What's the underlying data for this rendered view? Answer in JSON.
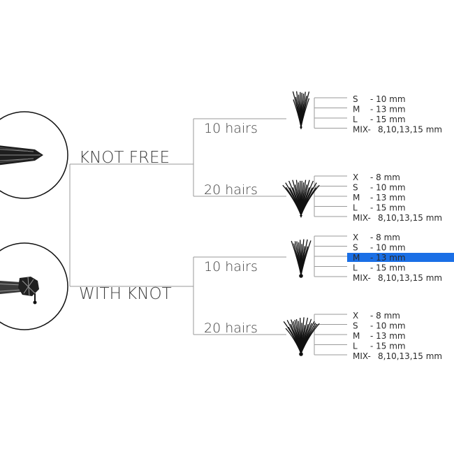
{
  "groups": [
    {
      "label": "KNOT FREE",
      "icon": "knot-free-lash-closeup",
      "branches": [
        {
          "label": "10 hairs",
          "sizes": [
            {
              "code": "S",
              "value": "- 10 mm"
            },
            {
              "code": "M",
              "value": "- 13 mm"
            },
            {
              "code": "L",
              "value": "- 15 mm"
            },
            {
              "code": "MIX-",
              "value": "8,10,13,15 mm"
            }
          ]
        },
        {
          "label": "20 hairs",
          "sizes": [
            {
              "code": "X",
              "value": "- 8 mm"
            },
            {
              "code": "S",
              "value": "- 10 mm"
            },
            {
              "code": "M",
              "value": "- 13 mm"
            },
            {
              "code": "L",
              "value": "- 15 mm"
            },
            {
              "code": "MIX-",
              "value": "8,10,13,15 mm"
            }
          ]
        }
      ]
    },
    {
      "label": "WITH KNOT",
      "icon": "with-knot-lash-closeup",
      "branches": [
        {
          "label": "10 hairs",
          "sizes": [
            {
              "code": "X",
              "value": "- 8 mm"
            },
            {
              "code": "S",
              "value": "- 10 mm"
            },
            {
              "code": "M",
              "value": "- 13 mm",
              "highlighted": true
            },
            {
              "code": "L",
              "value": "- 15 mm"
            },
            {
              "code": "MIX-",
              "value": "8,10,13,15 mm"
            }
          ]
        },
        {
          "label": "20 hairs",
          "sizes": [
            {
              "code": "X",
              "value": "- 8 mm"
            },
            {
              "code": "S",
              "value": "- 10 mm"
            },
            {
              "code": "M",
              "value": "- 13 mm"
            },
            {
              "code": "L",
              "value": "- 15 mm"
            },
            {
              "code": "MIX-",
              "value": "8,10,13,15 mm"
            }
          ]
        }
      ]
    }
  ],
  "colors": {
    "line": "#9a9a9a",
    "text": "#3d3d3d",
    "highlight": "#1a6fe6",
    "highlight_text": "#ffffff",
    "lash": "#111111"
  }
}
